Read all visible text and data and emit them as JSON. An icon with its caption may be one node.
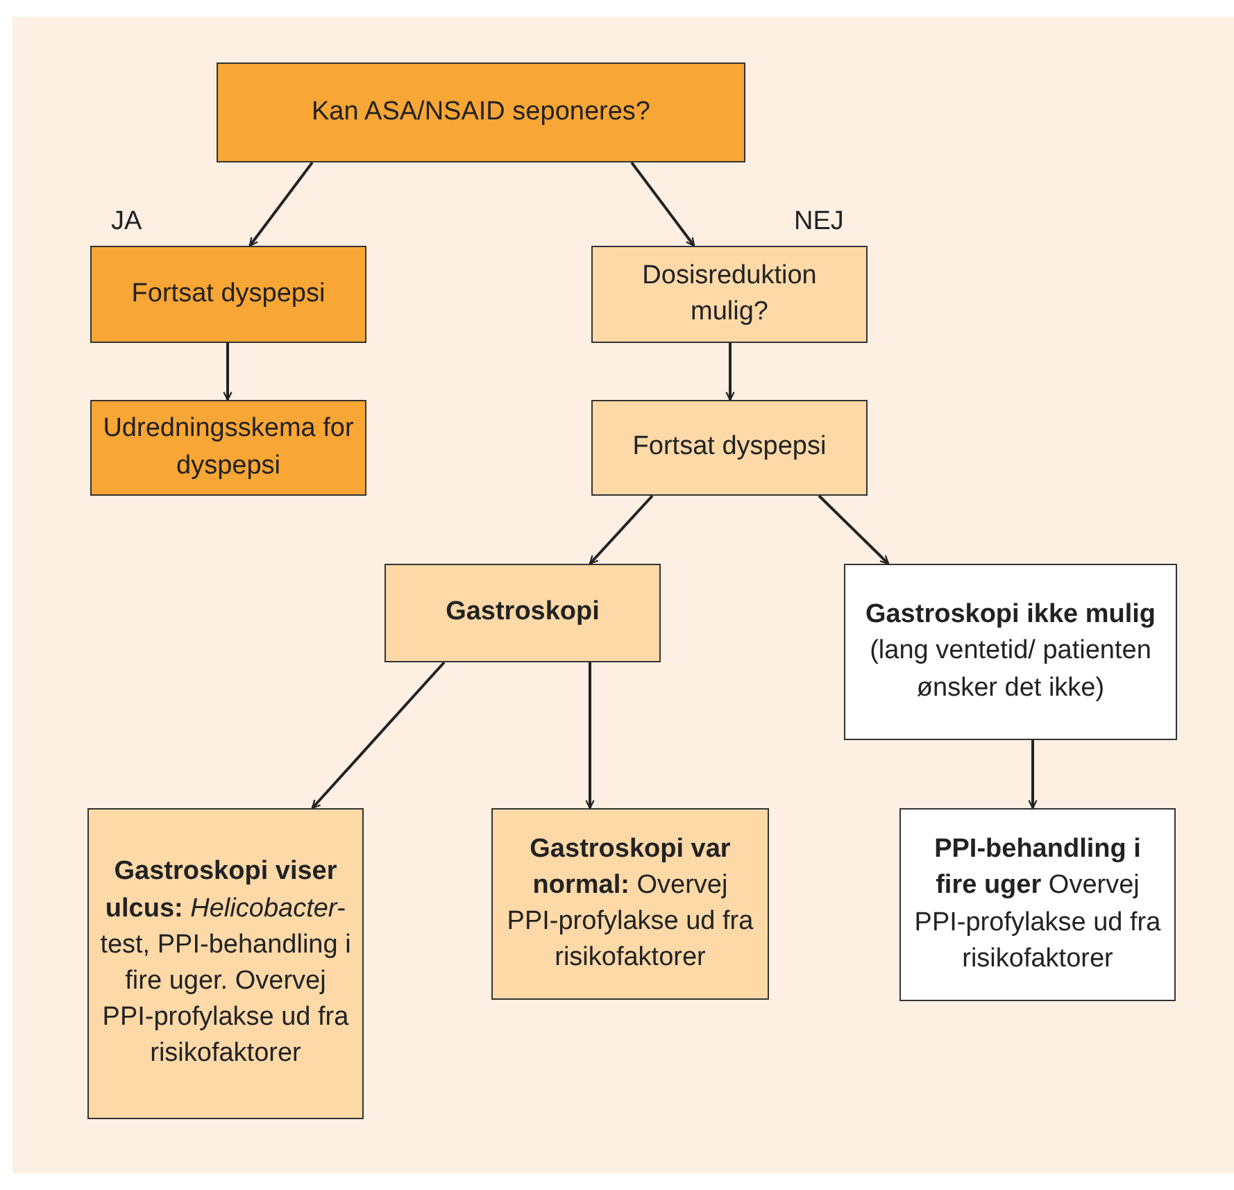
{
  "diagram": {
    "nodes": [
      {
        "text": [
          "Kan ASA/NSAID seponeres?"
        ]
      },
      {
        "text": [
          "Fortsat dyspepsi"
        ]
      },
      {
        "text": [
          "Udredningsskema for dyspepsi"
        ]
      },
      {
        "text": [
          "Dosisreduktion mulig?"
        ]
      },
      {
        "text": [
          "Fortsat dyspepsi"
        ]
      },
      {
        "text": [
          "Gastroskopi"
        ]
      },
      {
        "text": [
          "**Gastroskopi ikke mulig** (lang ventetid/ patienten ønsker det ikke)"
        ]
      },
      {
        "text": [
          "**Gastroskopi viser ulcus:** *Helicobacter*-test, PPI-behandling i fire uger. Overvej PPI-profylakse ud fra risikofaktorer"
        ]
      },
      {
        "text": [
          "**Gastroskopi var normal:** Overvej PPI-profylakse ud fra risikofaktorer"
        ]
      },
      {
        "text": [
          "**PPI-behandling i fire uger** Overvej PPI-profylakse ud fra risikofaktorer"
        ]
      }
    ],
    "edges": [
      {
        "from": 0,
        "to": 1,
        "arrow": "to",
        "label": "JA"
      },
      {
        "from": 0,
        "to": 3,
        "arrow": "to",
        "label": "NEJ"
      },
      {
        "from": 1,
        "to": 2,
        "arrow": "to"
      },
      {
        "from": 3,
        "to": 4,
        "arrow": "to"
      },
      {
        "from": 4,
        "to": 5,
        "arrow": "to"
      },
      {
        "from": 4,
        "to": 6,
        "arrow": "to"
      },
      {
        "from": 5,
        "to": 7,
        "arrow": "to"
      },
      {
        "from": 5,
        "to": 8,
        "arrow": "to"
      },
      {
        "from": 6,
        "to": 9,
        "arrow": "to"
      }
    ]
  }
}
